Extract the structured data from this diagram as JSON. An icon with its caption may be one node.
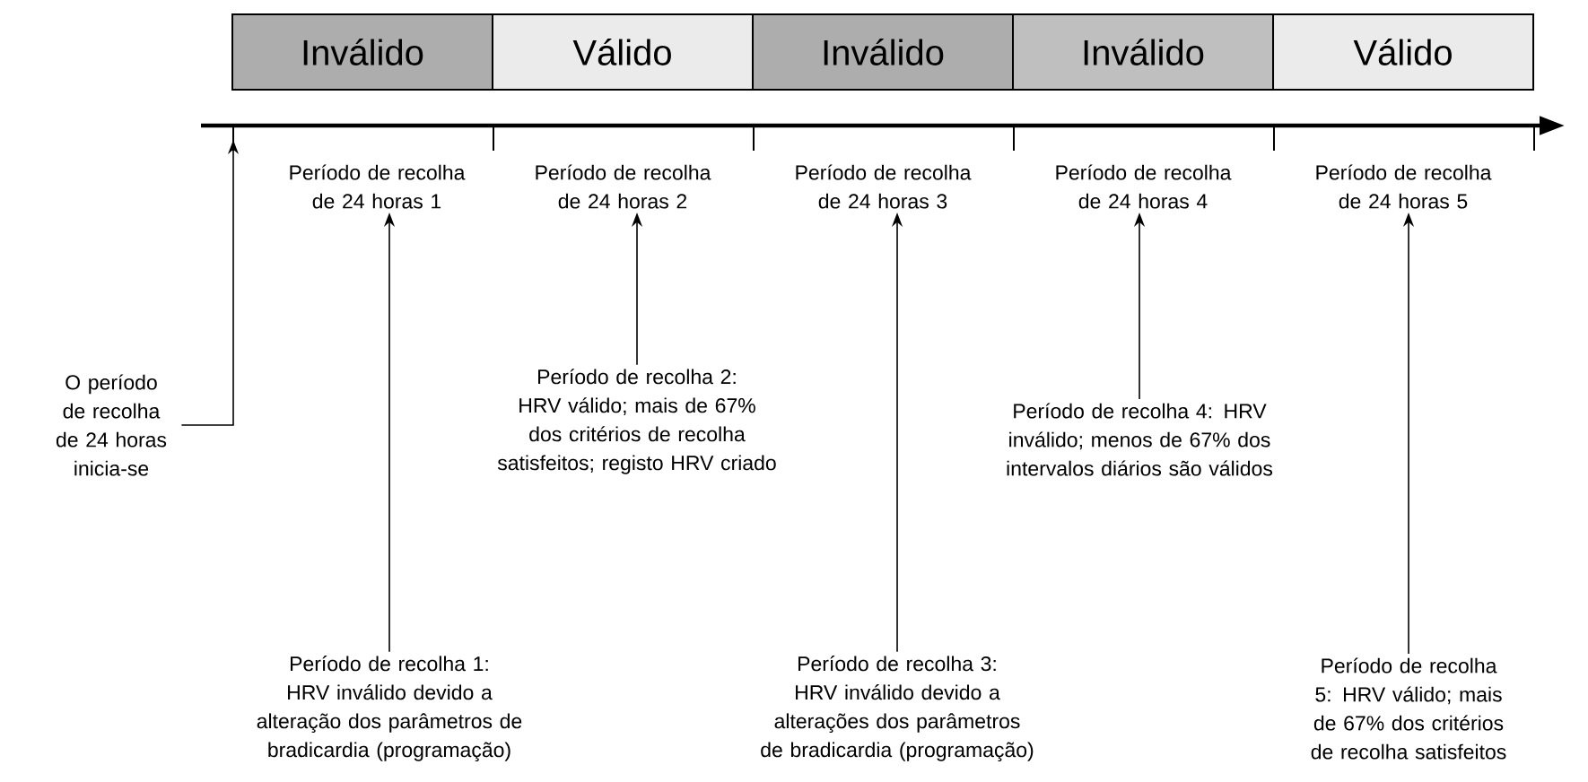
{
  "diagram": {
    "nodes": [
      {
        "text": [
          "Inválido"
        ]
      },
      {
        "text": [
          "Válido"
        ]
      },
      {
        "text": [
          "Inválido"
        ]
      },
      {
        "text": [
          "Inválido"
        ]
      },
      {
        "text": [
          "Válido"
        ]
      },
      {
        "text": [
          "Período de recolha de 24 horas 1"
        ]
      },
      {
        "text": [
          "Período de recolha de 24 horas 2"
        ]
      },
      {
        "text": [
          "Período de recolha de 24 horas 3"
        ]
      },
      {
        "text": [
          "Período de recolha de 24 horas 4"
        ]
      },
      {
        "text": [
          "Período de recolha de 24 horas 5"
        ]
      },
      {
        "text": [
          "O período de recolha de 24 horas inicia-se"
        ]
      },
      {
        "text": [
          "Período de recolha 2: HRV válido; mais de 67% dos critérios de recolha satisfeitos; registo HRV criado"
        ]
      },
      {
        "text": [
          "Período de recolha 4: HRV inválido; menos de 67% dos intervalos diários são válidos"
        ]
      },
      {
        "text": [
          "Período de recolha 1: HRV inválido devido a alteração dos parâmetros de bradicardia (programação)"
        ]
      },
      {
        "text": [
          "Período de recolha 3: HRV inválido devido a alterações dos parâmetros de bradicardia (programação)"
        ]
      },
      {
        "text": [
          "Período de recolha 5: HRV válido; mais de 67% dos critérios de recolha satisfeitos"
        ]
      }
    ],
    "edges": [
      {
        "from": 10,
        "to": null,
        "arrow": "to"
      },
      {
        "from": 11,
        "to": 6,
        "arrow": "to"
      },
      {
        "from": 12,
        "to": 8,
        "arrow": "to"
      },
      {
        "from": 13,
        "to": 5,
        "arrow": "to"
      },
      {
        "from": 14,
        "to": 7,
        "arrow": "to"
      },
      {
        "from": 15,
        "to": 9,
        "arrow": "to"
      }
    ]
  }
}
